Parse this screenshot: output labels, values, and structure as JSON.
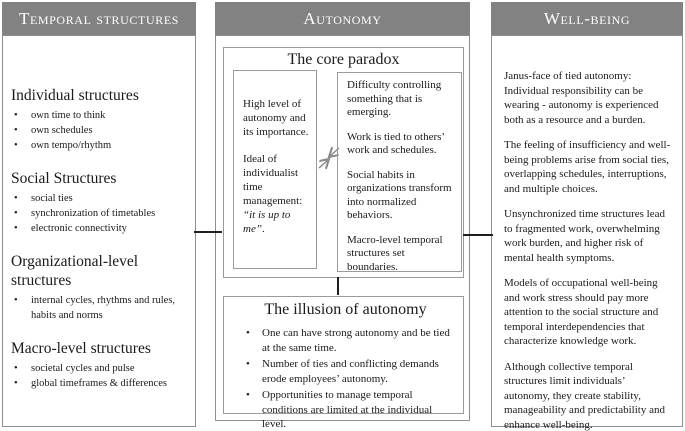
{
  "figure": {
    "type": "three-column concept diagram",
    "colors": {
      "header_bg": "#828282",
      "header_text": "#ffffff",
      "box_border": "#8f8f8f",
      "inner_border": "#9a9a9a",
      "connector": "#1f1f1f",
      "text": "#1a1a1a"
    }
  },
  "columns": {
    "temporal": {
      "header": "Temporal structures",
      "sections": [
        {
          "heading": "Individual structures",
          "bullets": [
            "own time to think",
            "own schedules",
            "own tempo/rhythm"
          ]
        },
        {
          "heading": "Social Structures",
          "bullets": [
            "social ties",
            "synchronization of timetables",
            "electronic connectivity"
          ]
        },
        {
          "heading": "Organizational-level structures",
          "bullets": [
            "internal cycles, rhythms and rules, habits and norms"
          ]
        },
        {
          "heading": "Macro-level structures",
          "bullets": [
            "societal cycles and pulse",
            "global timeframes & differences"
          ]
        }
      ]
    },
    "autonomy": {
      "header": "Autonomy",
      "core_paradox": {
        "title": "The core paradox",
        "left_box": {
          "p1": "High level of autonomy and its importance.",
          "p2_prefix": "Ideal of individualist time management: ",
          "p2_quote": "“it is up to me”",
          "p2_suffix": "."
        },
        "right_box": {
          "paragraphs": [
            "Difficulty controlling something that is emerging.",
            "Work is tied to others’ work and schedules.",
            "Social habits in organizations transform into normalized behaviors.",
            "Macro-level temporal structures set boundaries."
          ]
        },
        "clash_icon": "two opposing diagonal arrows"
      },
      "illusion": {
        "title": "The illusion of autonomy",
        "bullets": [
          "One can have strong autonomy and be tied at the same time.",
          "Number of ties and conflicting demands erode employees’ autonomy.",
          "Opportunities to manage temporal conditions are limited at the individual level."
        ]
      }
    },
    "wellbeing": {
      "header": "Well-being",
      "paragraphs": [
        "Janus-face of tied autonomy: Individual responsibility can be wearing - autonomy is experienced both as a resource and a burden.",
        "The feeling of insufficiency and well-being problems arise from social ties, overlapping schedules, interruptions, and multiple choices.",
        "Unsynchronized time structures lead to fragmented work, overwhelming work burden, and higher risk of mental health symptoms.",
        "Models of occupational well-being and work stress should pay more attention to the social structure and temporal interdependencies that characterize knowledge work.",
        "Although collective temporal structures limit individuals’ autonomy, they create stability, manageability and predictability and enhance well-being."
      ]
    }
  }
}
